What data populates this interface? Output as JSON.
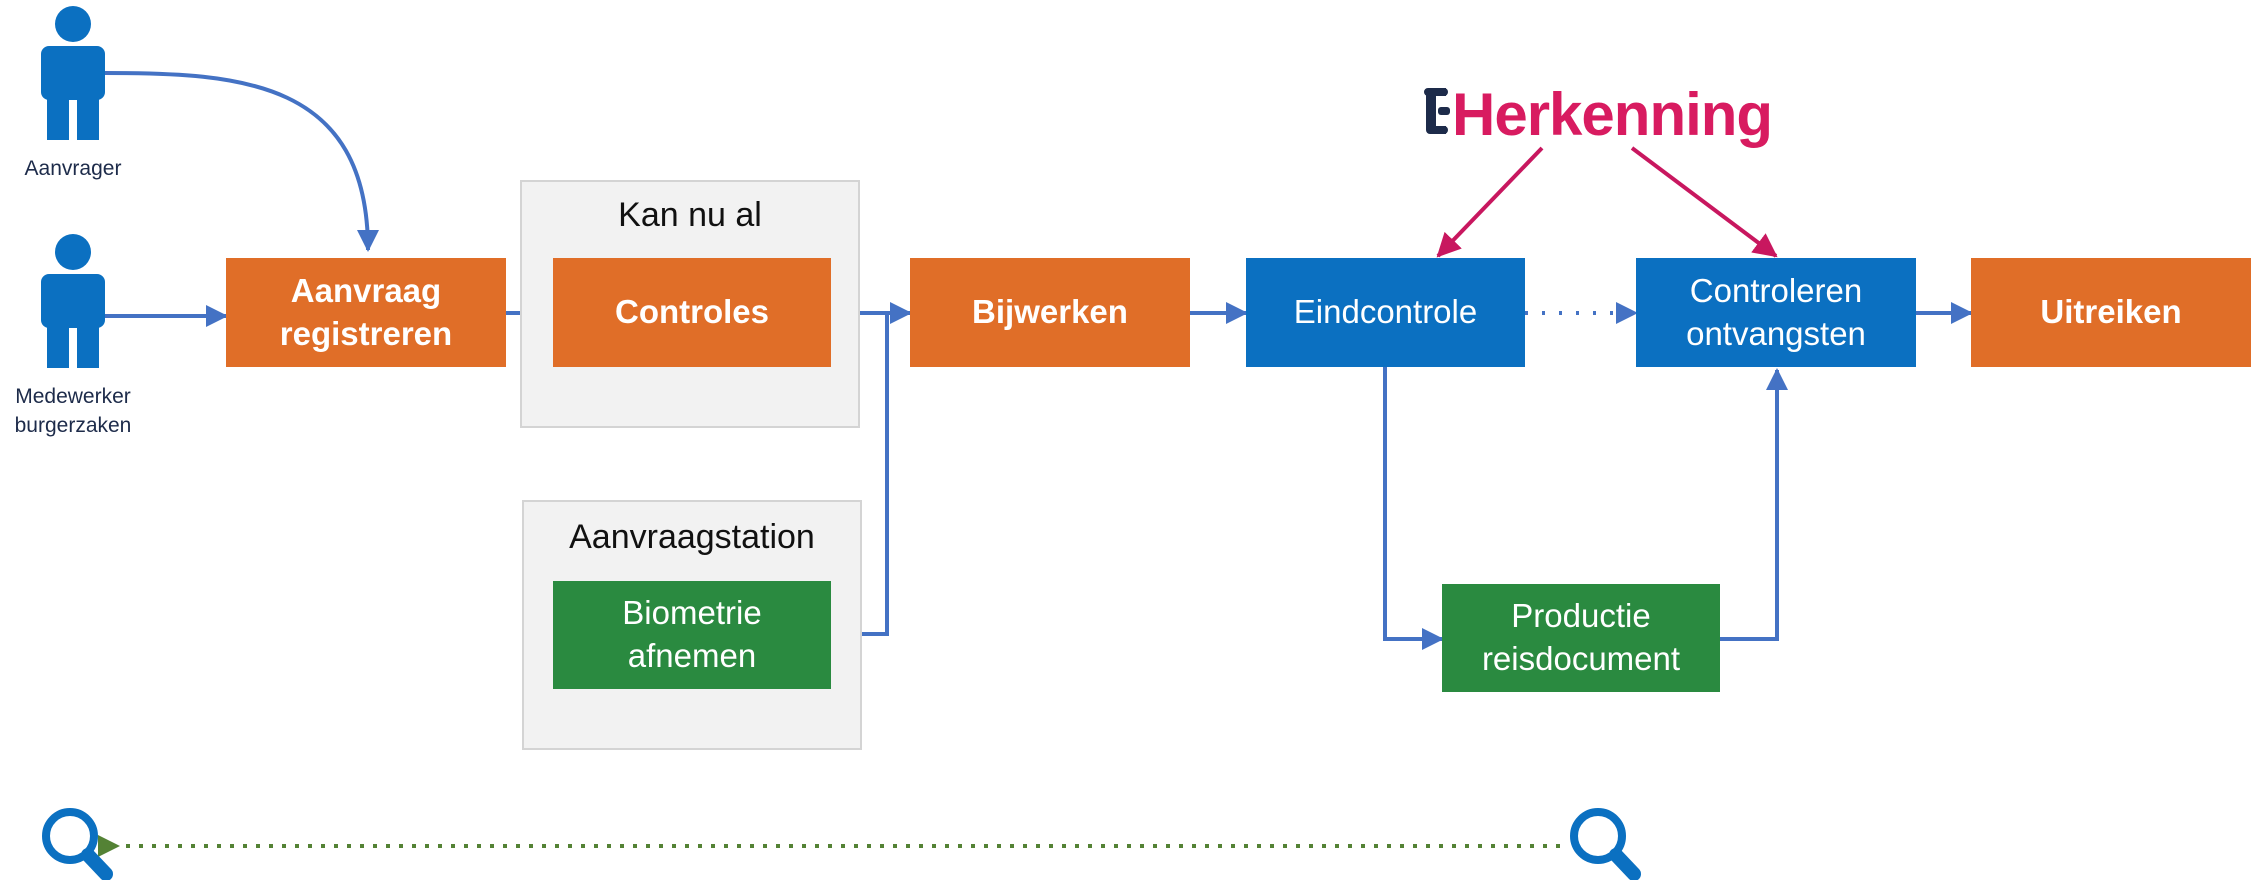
{
  "actors": {
    "requester": "Aanvrager",
    "clerk_line1": "Medewerker",
    "clerk_line2": "burgerzaken"
  },
  "groups": {
    "now": "Kan nu al",
    "station": "Aanvraagstation"
  },
  "steps": {
    "register_line1": "Aanvraag",
    "register_line2": "registreren",
    "checks": "Controles",
    "update": "Bijwerken",
    "final_check": "Eindcontrole",
    "receive_line1": "Controleren",
    "receive_line2": "ontvangsten",
    "issue": "Uitreiken",
    "biometrics_line1": "Biometrie",
    "biometrics_line2": "afnemen",
    "production_line1": "Productie",
    "production_line2": "reisdocument"
  },
  "logo": {
    "text": "Herkenning",
    "mark": "E",
    "mark_color": "#1d2b4a",
    "text_color": "#d81b60"
  },
  "colors": {
    "orange": "#e06e28",
    "blue": "#0b70c1",
    "green": "#2a8a40",
    "arrow": "#4472c4",
    "pink": "#c8175f",
    "dotted_green": "#548235"
  }
}
